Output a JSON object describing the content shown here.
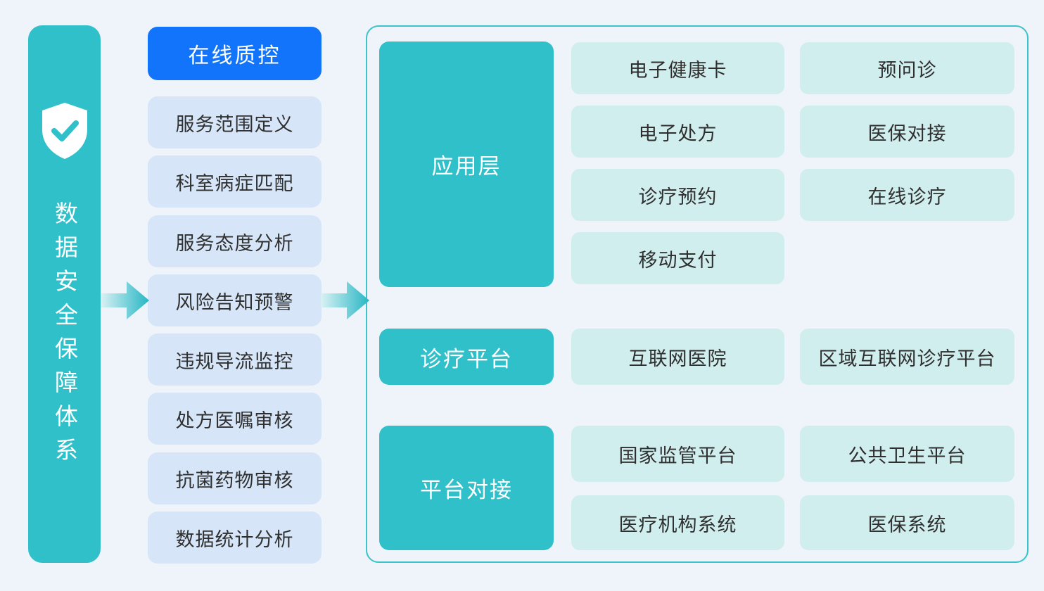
{
  "colors": {
    "background": "#EFF3FA",
    "teal_accent": "#2FC0CA",
    "panel_border": "#3AC3CB",
    "primary_blue": "#1274FB",
    "light_blue_item": "#D6E6F8",
    "light_teal_item": "#D1EEEF",
    "dark_text": "#2F2F2F",
    "arrow_gradient_start": "#D9F2F4",
    "arrow_gradient_end": "#27B6C4"
  },
  "left_bar": {
    "icon": "shield-check",
    "title": "数据安全保障体系"
  },
  "middle_column": {
    "primary_label": "在线质控",
    "items": [
      "服务范围定义",
      "科室病症匹配",
      "服务态度分析",
      "风险告知预警",
      "违规导流监控",
      "处方医嘱审核",
      "抗菌药物审核",
      "数据统计分析"
    ]
  },
  "right_panel": {
    "sections": [
      {
        "title": "应用层",
        "col1": [
          "电子健康卡",
          "电子处方",
          "诊疗预约",
          "移动支付"
        ],
        "col2": [
          "预问诊",
          "医保对接",
          "在线诊疗"
        ]
      },
      {
        "title": "诊疗平台",
        "col1": [
          "互联网医院"
        ],
        "col2": [
          "区域互联网诊疗平台"
        ]
      },
      {
        "title": "平台对接",
        "col1": [
          "国家监管平台",
          "医疗机构系统"
        ],
        "col2": [
          "公共卫生平台",
          "医保系统"
        ]
      }
    ]
  }
}
